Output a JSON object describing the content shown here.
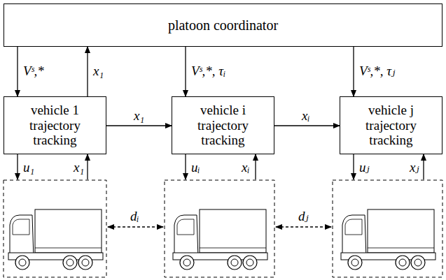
{
  "diagram": {
    "nodes": [
      {
        "text": [
          "platoon coordinator"
        ]
      },
      {
        "text": [
          "vehicle 1 trajectory tracking"
        ]
      },
      {
        "text": [
          "vehicle i trajectory tracking"
        ]
      },
      {
        "text": [
          "vehicle j trajectory tracking"
        ]
      }
    ],
    "edges": [
      {
        "from": 0,
        "to": 1,
        "label": "Vˢ,*",
        "arrow": "to"
      },
      {
        "from": 1,
        "to": 0,
        "label": "x₁",
        "arrow": "to"
      },
      {
        "from": 0,
        "to": 2,
        "label": "Vˢ,*, τᵢ",
        "arrow": "to"
      },
      {
        "from": 0,
        "to": 3,
        "label": "Vˢ,*, τⱼ",
        "arrow": "to"
      },
      {
        "from": 1,
        "to": 2,
        "label": "x₁",
        "arrow": "to"
      },
      {
        "from": 2,
        "to": 3,
        "label": "xᵢ",
        "arrow": "to"
      }
    ],
    "labels": [
      "u₁",
      "x₁",
      "uᵢ",
      "xᵢ",
      "uⱼ",
      "xⱼ",
      "dᵢ",
      "dⱼ"
    ]
  }
}
